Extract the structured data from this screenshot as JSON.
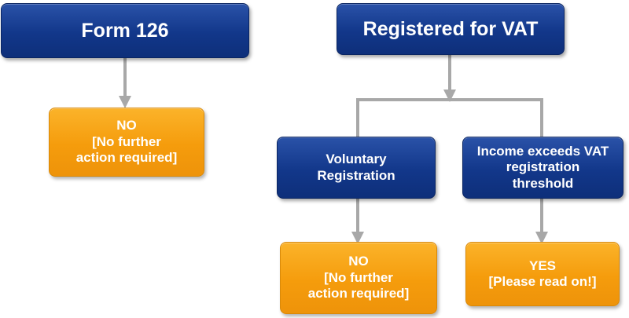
{
  "nodes": {
    "form126": {
      "title": "Form 126"
    },
    "left_no": {
      "title": "NO",
      "lines": [
        "[No further",
        "action required]"
      ]
    },
    "registered": {
      "title": "Registered for VAT"
    },
    "voluntary": {
      "lines": [
        "Voluntary",
        "Registration"
      ]
    },
    "income": {
      "lines": [
        "Income exceeds VAT",
        "registration",
        "threshold"
      ]
    },
    "right_no": {
      "title": "NO",
      "lines": [
        "[No further",
        "action required]"
      ]
    },
    "yes": {
      "title": "YES",
      "lines": [
        "[Please read on!]"
      ]
    }
  },
  "colors": {
    "blue": "#12378a",
    "orange": "#f59c0c",
    "connector": "#a8a8a8"
  }
}
